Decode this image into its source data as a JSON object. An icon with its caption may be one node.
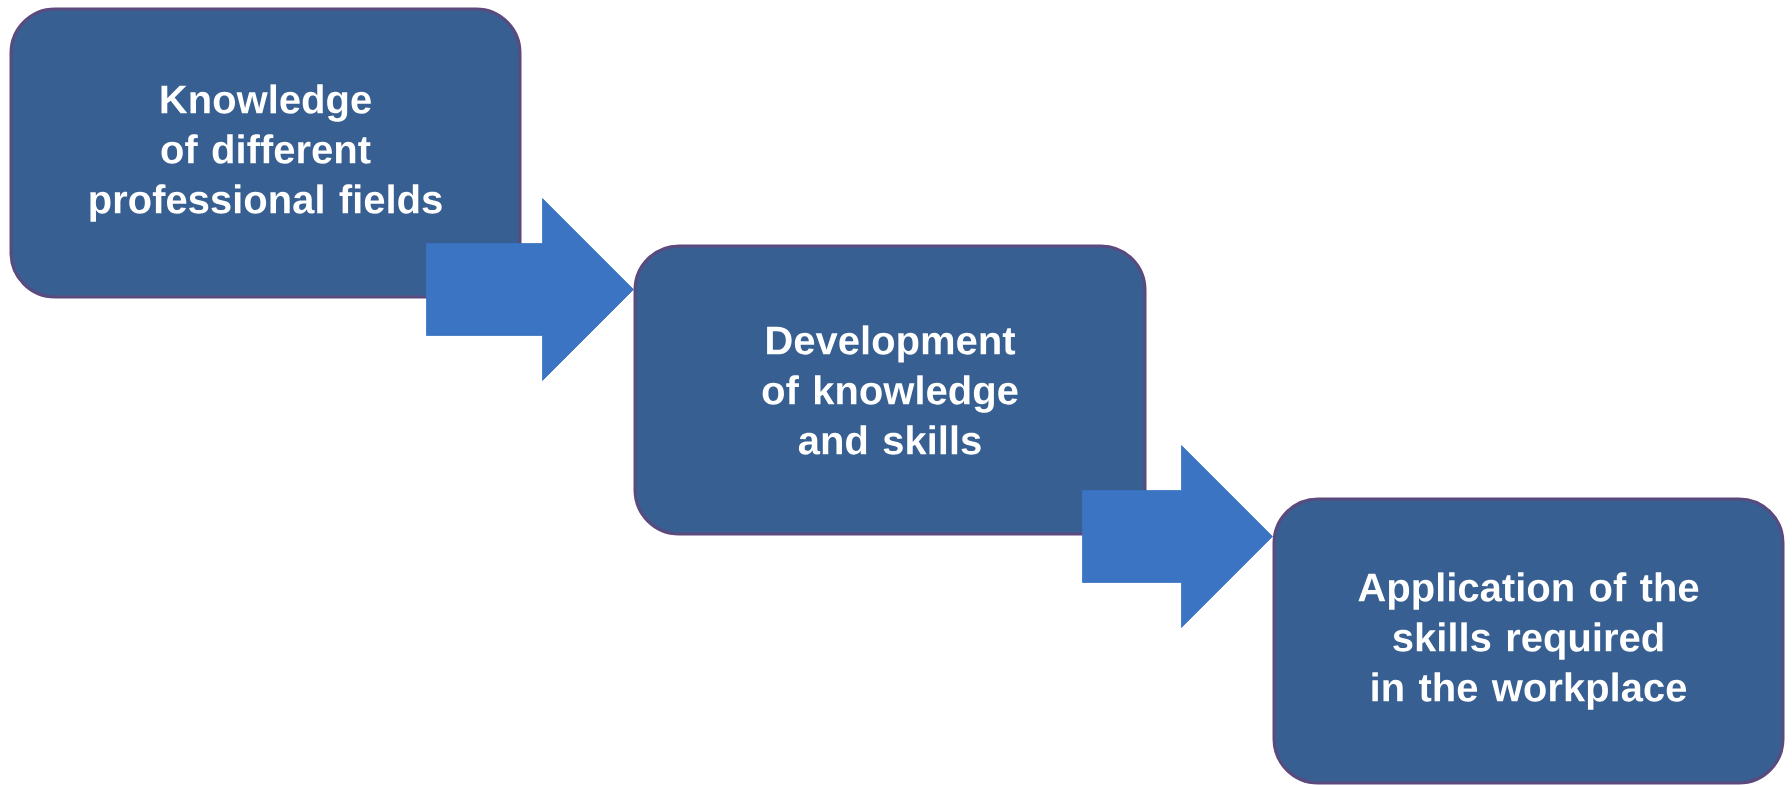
{
  "diagram": {
    "nodes": [
      {
        "text": [
          "Knowledge of different professional fields"
        ]
      },
      {
        "text": [
          "Development of knowledge and skills"
        ]
      },
      {
        "text": [
          "Application of the skills required in the workplace"
        ]
      }
    ],
    "edges": [
      {
        "from": 0,
        "to": 1,
        "arrow": "to"
      },
      {
        "from": 1,
        "to": 2,
        "arrow": "to"
      }
    ]
  }
}
